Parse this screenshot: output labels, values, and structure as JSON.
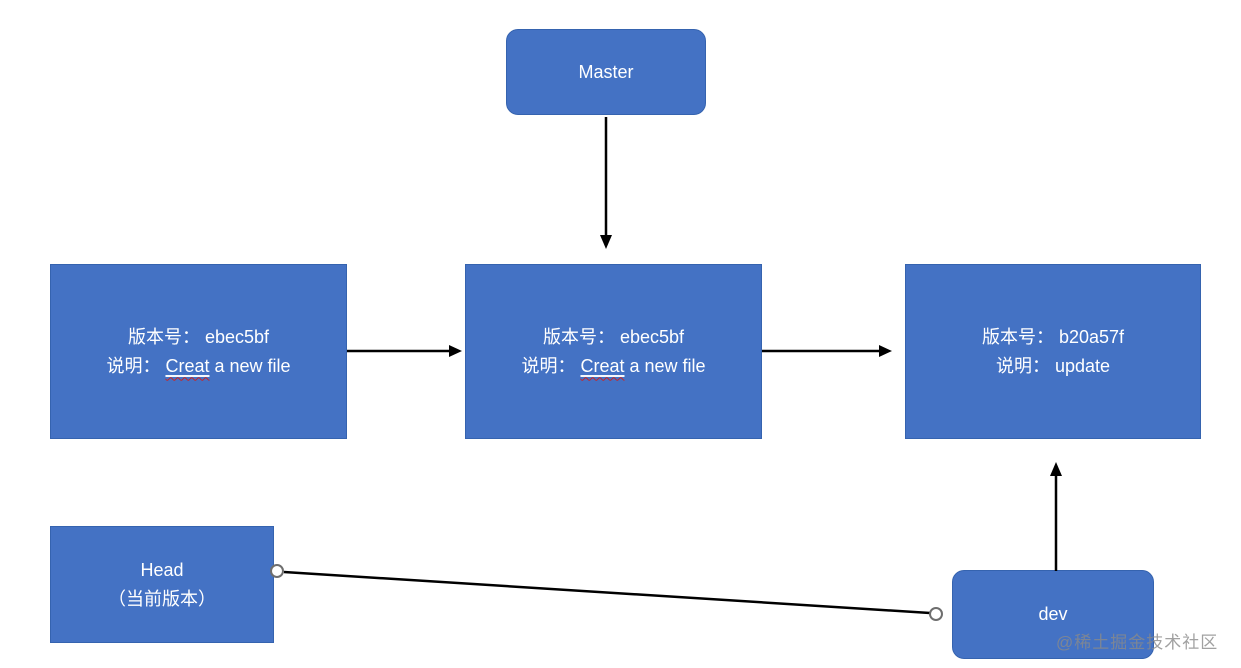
{
  "diagram": {
    "type": "flowchart",
    "topic": "git-branch-version-diagram",
    "colors": {
      "node-fill": "#4472C4",
      "node-border": "#3563AF",
      "node-text": "#ffffff",
      "connector": "#000000",
      "endpoint-stroke": "#6e6e6e",
      "squiggle": "#cc2222",
      "watermark": "#8a8a8a",
      "canvas-bg": "#ffffff"
    },
    "nodes": {
      "master": {
        "label": "Master",
        "shape": "rounded-rectangle"
      },
      "commit1": {
        "shape": "rectangle",
        "line1": "版本号： ebec5bf",
        "line2_prefix": "说明： ",
        "line2_misspelled_word": "Creat",
        "line2_suffix": " a new file"
      },
      "commit2": {
        "shape": "rectangle",
        "line1": "版本号： ebec5bf",
        "line2_prefix": "说明： ",
        "line2_misspelled_word": "Creat",
        "line2_suffix": " a new file"
      },
      "commit3": {
        "shape": "rectangle",
        "line1": "版本号： b20a57f",
        "line2": "说明： update"
      },
      "head": {
        "shape": "rectangle",
        "line1": "Head",
        "line2": "（当前版本）"
      },
      "dev": {
        "label": "dev",
        "shape": "rounded-rectangle"
      }
    },
    "connectors": [
      {
        "from": "master",
        "to": "commit2",
        "style": "arrow-down"
      },
      {
        "from": "commit1",
        "to": "commit2",
        "style": "arrow-right"
      },
      {
        "from": "commit2",
        "to": "commit3",
        "style": "arrow-right"
      },
      {
        "from": "dev",
        "to": "commit3",
        "style": "arrow-up"
      },
      {
        "from": "head",
        "to": "dev",
        "style": "plain-line-circle-endpoints"
      }
    ],
    "watermark": "@稀土掘金技术社区"
  }
}
